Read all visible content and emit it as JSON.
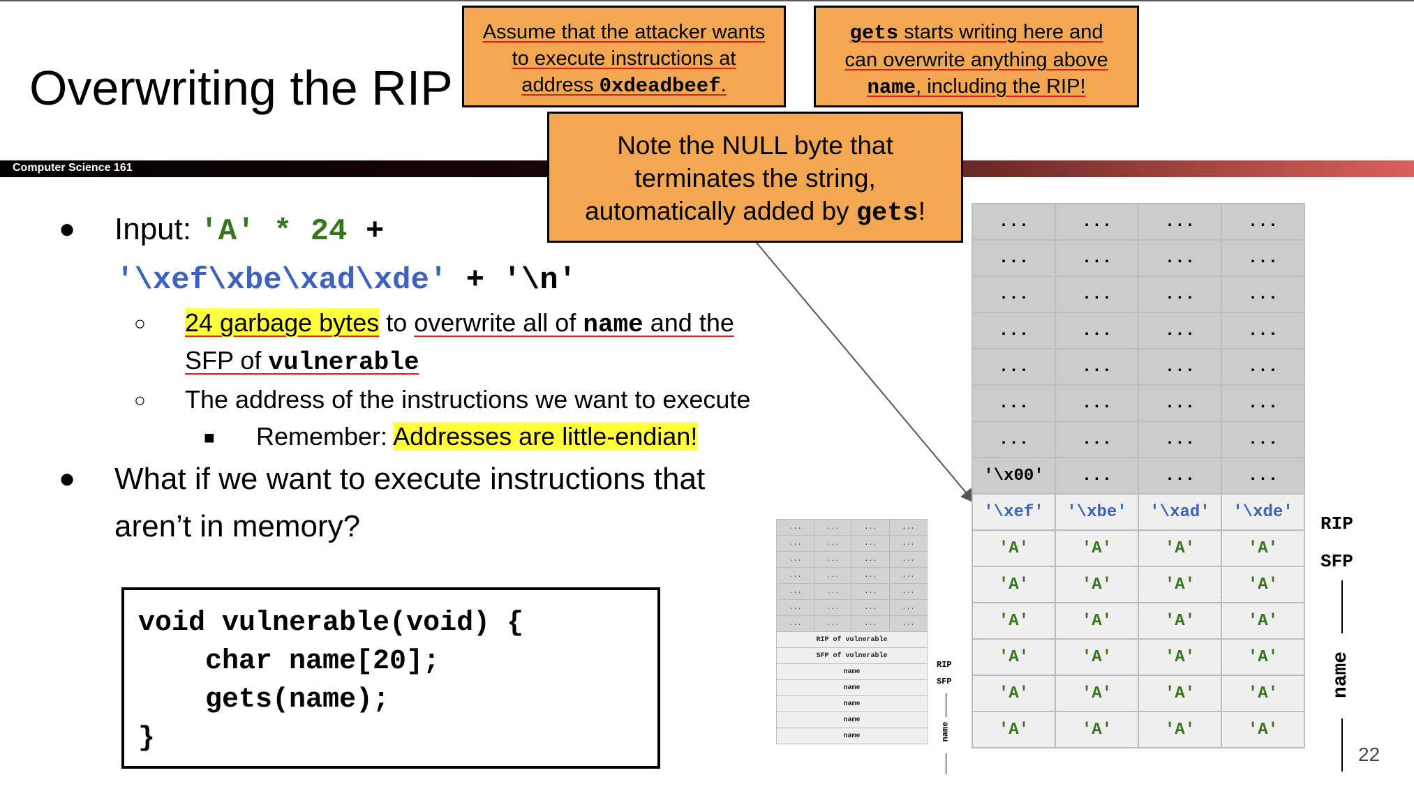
{
  "slide": {
    "title": "Overwriting the RIP",
    "course": "Computer Science 161",
    "page_number": "22"
  },
  "callouts": {
    "attacker": {
      "l1": "Assume that the attacker wants",
      "l2": "to execute instructions at",
      "l3_a": "address ",
      "l3_code": "0xdeadbeef",
      "l3_b": "."
    },
    "gets_writes": {
      "l1_code": "gets",
      "l1_b": " starts writing here and",
      "l2": "can overwrite anything above",
      "l3_code": "name",
      "l3_b": ", including the RIP!"
    },
    "null_byte": {
      "l1": "Note the NULL byte that",
      "l2": "terminates the string,",
      "l3_a": "automatically added by ",
      "l3_code": "gets",
      "l3_b": "!"
    }
  },
  "bullets": {
    "input_label": "Input: ",
    "input_a": "'A' * 24",
    "plus1": " +",
    "input_addr": "'\\xef\\xbe\\xad\\xde'",
    "plus2": " + ",
    "input_nl": "'\\n'",
    "sub1_hl": "24 garbage bytes",
    "sub1_b": " to ",
    "sub1_c": "overwrite all of ",
    "sub1_code1": "name",
    "sub1_d": " and the",
    "sub1_line2": "SFP of ",
    "sub1_code2": "vulnerable",
    "sub2": "The address of the instructions we want to execute",
    "subsub_a": "Remember: ",
    "subsub_hl": "Addresses are little-endian!",
    "q_l1": "What if we want to execute instructions that",
    "q_l2": "aren’t in memory?"
  },
  "code": {
    "line1": "void vulnerable(void) {",
    "line2": "    char name[20];",
    "line3": "    gets(name);",
    "line4": "}"
  },
  "stack": {
    "ellipsis": "...",
    "null_cell": "'\\x00'",
    "rip_cells": [
      "'\\xef'",
      "'\\xbe'",
      "'\\xad'",
      "'\\xde'"
    ],
    "a_cell": "'A'",
    "label_rip": "RIP",
    "label_sfp": "SFP",
    "label_name": "name"
  },
  "small_stack": {
    "ellipsis": "...",
    "rip_row": "RIP of vulnerable",
    "sfp_row": "SFP of vulnerable",
    "name_row": "name",
    "label_rip": "RIP",
    "label_sfp": "SFP",
    "label_name": "name"
  },
  "colors": {
    "callout_fill": "#f3a750",
    "highlight": "#ffff3c",
    "code_green": "#38761d",
    "code_blue": "#3c62c0",
    "underline_red": "#e02020"
  }
}
